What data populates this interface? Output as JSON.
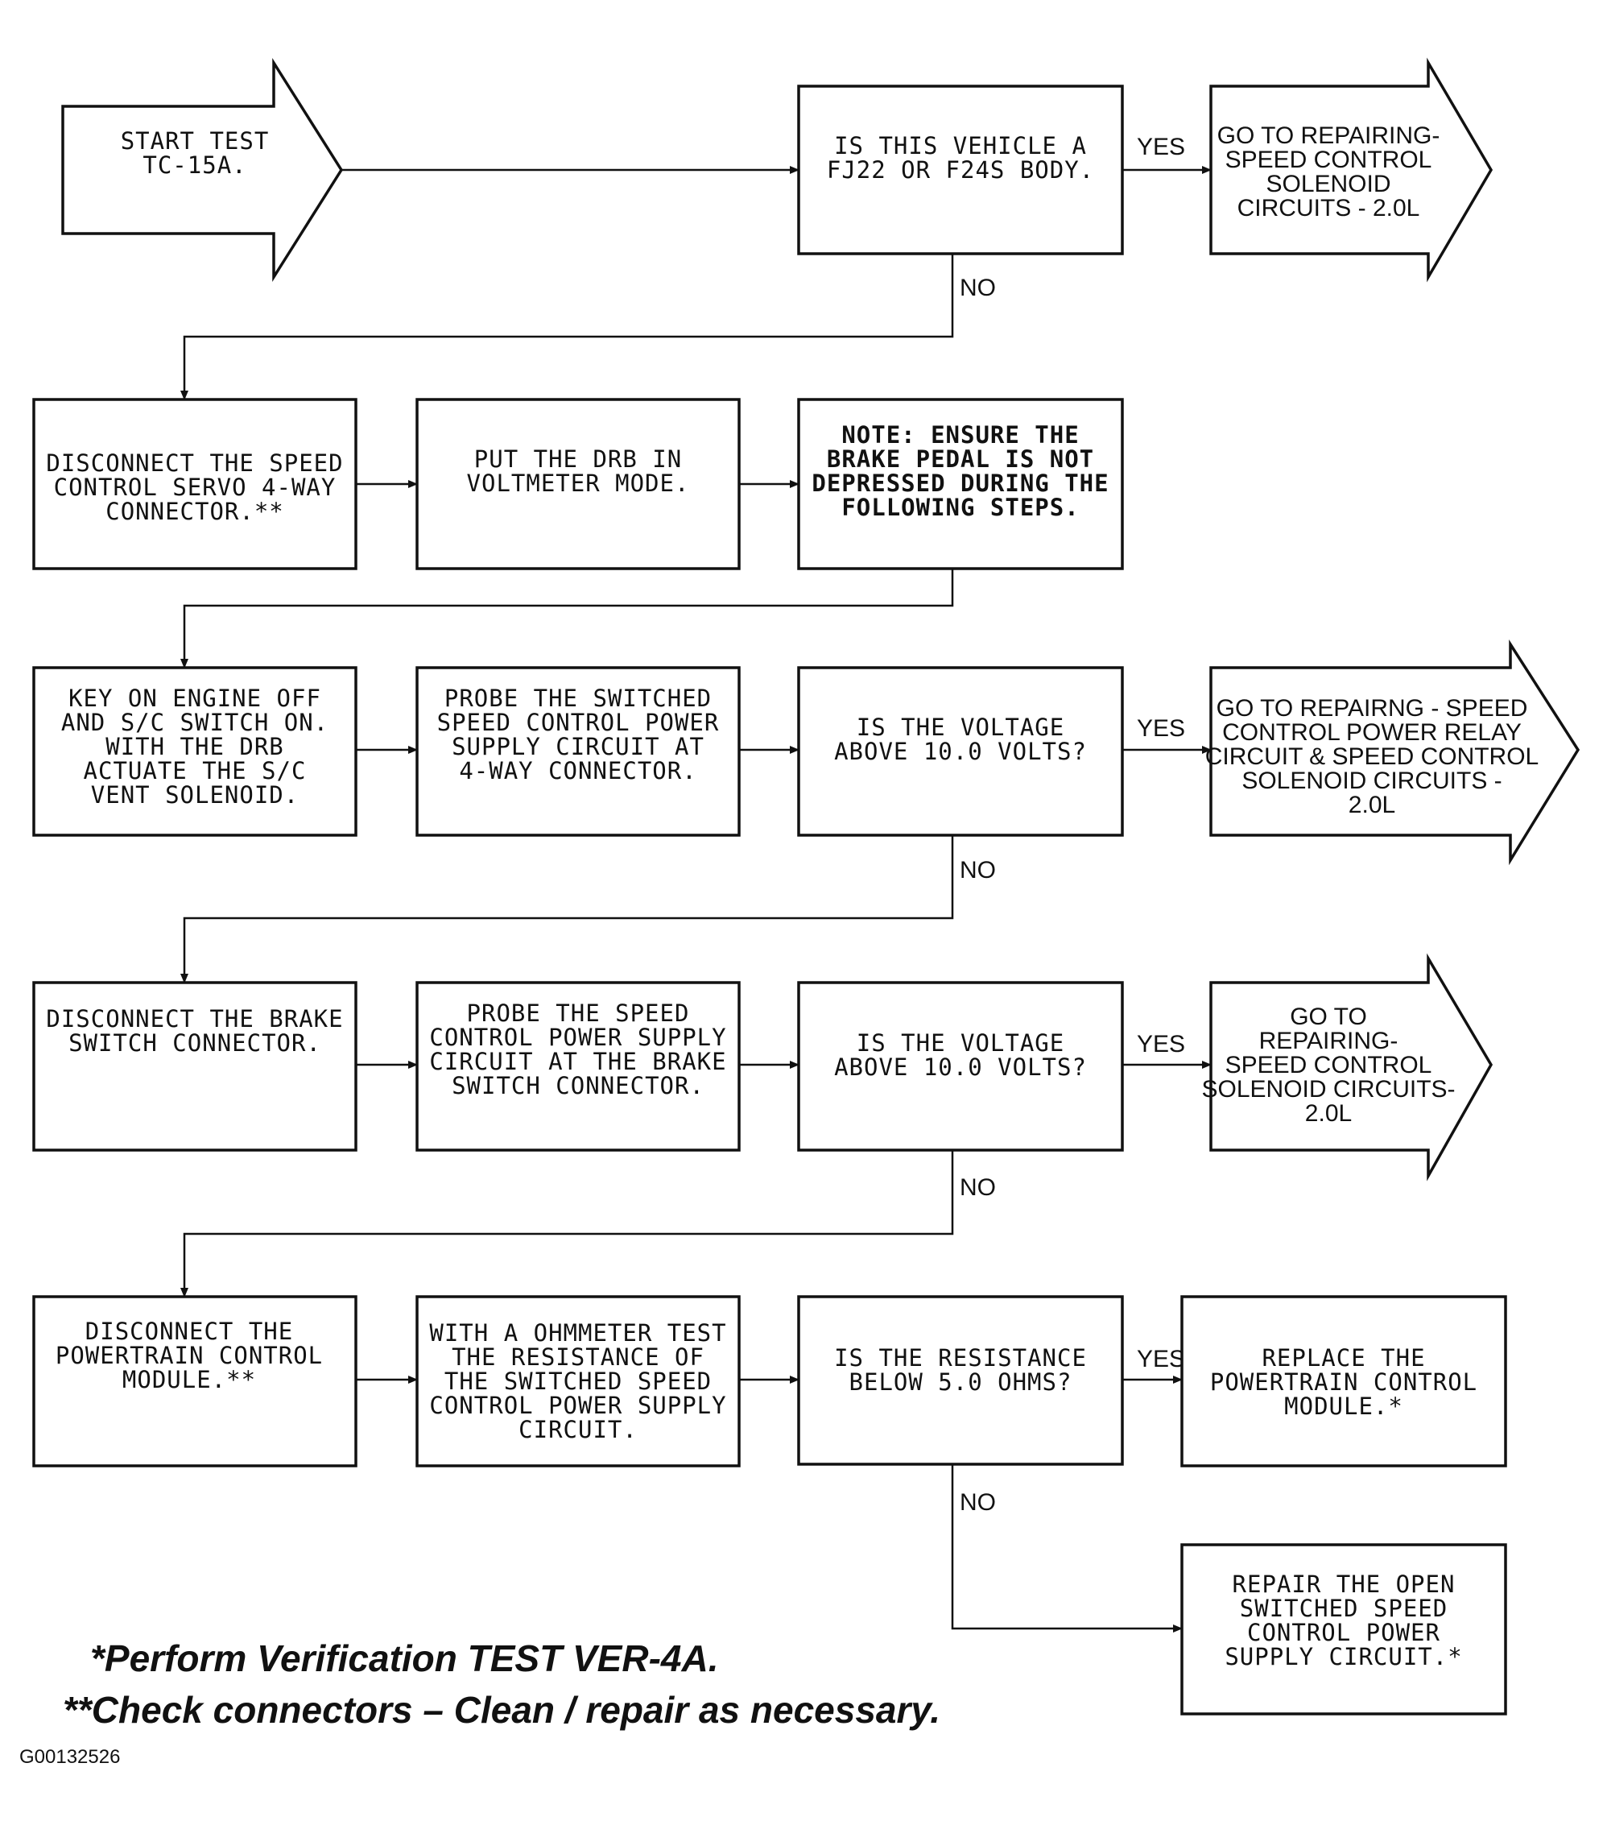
{
  "nodes": [
    {
      "id": "start",
      "lines": [
        "START TEST",
        "TC-15A."
      ]
    },
    {
      "id": "q-vehicle-body",
      "lines": [
        "IS THIS VEHICLE A",
        "FJ22 OR F24S BODY."
      ]
    },
    {
      "id": "goto-solenoid-1",
      "lines": [
        "GO TO REPAIRING-",
        "SPEED CONTROL",
        "SOLENOID",
        "CIRCUITS - 2.0L"
      ]
    },
    {
      "id": "disconnect-servo",
      "lines": [
        "DISCONNECT THE SPEED",
        "CONTROL SERVO 4-WAY",
        "CONNECTOR.**"
      ]
    },
    {
      "id": "drb-voltmeter",
      "lines": [
        "PUT THE DRB IN",
        "VOLTMETER MODE."
      ]
    },
    {
      "id": "note-brake",
      "lines": [
        "NOTE: ENSURE THE",
        "BRAKE PEDAL IS NOT",
        "DEPRESSED DURING THE",
        "FOLLOWING STEPS."
      ]
    },
    {
      "id": "key-on",
      "lines": [
        "KEY ON ENGINE OFF",
        "AND S/C SWITCH ON.",
        "WITH THE DRB",
        "ACTUATE THE S/C",
        "VENT SOLENOID."
      ]
    },
    {
      "id": "probe-4way",
      "lines": [
        "PROBE THE SWITCHED",
        "SPEED CONTROL POWER",
        "SUPPLY CIRCUIT AT",
        "4-WAY CONNECTOR."
      ]
    },
    {
      "id": "q-voltage-1",
      "lines": [
        "IS THE VOLTAGE",
        "ABOVE 10.0 VOLTS?"
      ]
    },
    {
      "id": "goto-relay",
      "lines": [
        "GO TO REPAIRNG - SPEED",
        "CONTROL POWER RELAY",
        "CIRCUIT & SPEED CONTROL",
        "SOLENOID CIRCUITS -",
        "2.0L"
      ]
    },
    {
      "id": "disconnect-brake",
      "lines": [
        "DISCONNECT THE BRAKE",
        "SWITCH CONNECTOR."
      ]
    },
    {
      "id": "probe-brake",
      "lines": [
        "PROBE THE SPEED",
        "CONTROL POWER SUPPLY",
        "CIRCUIT AT THE BRAKE",
        "SWITCH CONNECTOR."
      ]
    },
    {
      "id": "q-voltage-2",
      "lines": [
        "IS THE VOLTAGE",
        "ABOVE 10.0 VOLTS?"
      ]
    },
    {
      "id": "goto-solenoid-2",
      "lines": [
        "GO TO",
        "REPAIRING-",
        "SPEED CONTROL",
        "SOLENOID CIRCUITS-",
        "2.0L"
      ]
    },
    {
      "id": "disconnect-pcm",
      "lines": [
        "DISCONNECT THE",
        "POWERTRAIN CONTROL",
        "MODULE.**"
      ]
    },
    {
      "id": "ohmmeter",
      "lines": [
        "WITH A OHMMETER TEST",
        "THE RESISTANCE OF",
        "THE SWITCHED SPEED",
        "CONTROL POWER SUPPLY",
        "CIRCUIT."
      ]
    },
    {
      "id": "q-resistance",
      "lines": [
        "IS THE RESISTANCE",
        "BELOW 5.0 OHMS?"
      ]
    },
    {
      "id": "replace-pcm",
      "lines": [
        "REPLACE THE",
        "POWERTRAIN CONTROL",
        "MODULE.*"
      ]
    },
    {
      "id": "repair-open",
      "lines": [
        "REPAIR THE OPEN",
        "SWITCHED SPEED",
        "CONTROL POWER",
        "SUPPLY CIRCUIT.*"
      ]
    }
  ],
  "edge_labels": {
    "yes": "YES",
    "no": "NO"
  },
  "footnotes": {
    "verification": "*Perform Verification TEST VER-4A.",
    "connectors": "**Check connectors – Clean / repair as necessary."
  },
  "figure_code": "G00132526"
}
